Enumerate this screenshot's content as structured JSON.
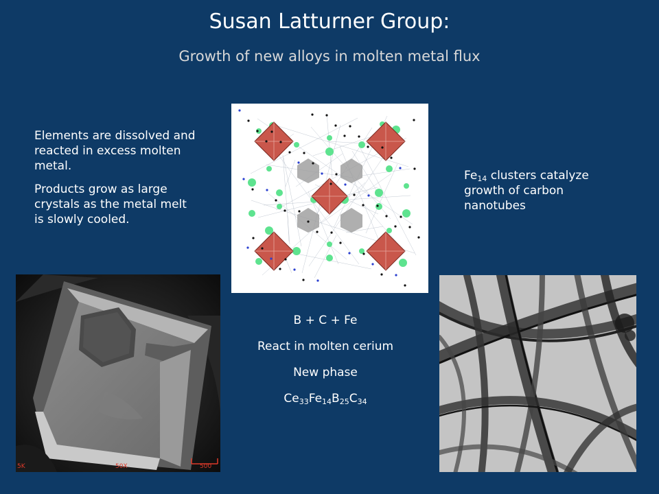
{
  "slide": {
    "title": "Susan Latturner Group:",
    "subtitle": "Growth of new alloys in molten metal flux"
  },
  "left_text": {
    "para1": "Elements are dissolved and reacted in excess molten metal.",
    "para2": "Products grow as large crystals as the metal melt is slowly cooled."
  },
  "right_text": {
    "prefix": "Fe",
    "sub": "14",
    "suffix": " clusters catalyze growth of carbon nanotubes"
  },
  "center_caption": {
    "line1": "B + C + Fe",
    "line2": "React in molten cerium",
    "line3": "New phase",
    "formula": [
      {
        "el": "Ce",
        "n": "33"
      },
      {
        "el": "Fe",
        "n": "14"
      },
      {
        "el": "B",
        "n": "25"
      },
      {
        "el": "C",
        "n": "34"
      }
    ]
  },
  "sem_image": {
    "magnification_label": "50X",
    "left_edge_label": "5K",
    "scale_label": "500"
  },
  "colors": {
    "background": "#0e3a66",
    "octahedron": "#c9574b",
    "green_atom": "#5ee38f",
    "scale_bar": "#e03a2a"
  }
}
